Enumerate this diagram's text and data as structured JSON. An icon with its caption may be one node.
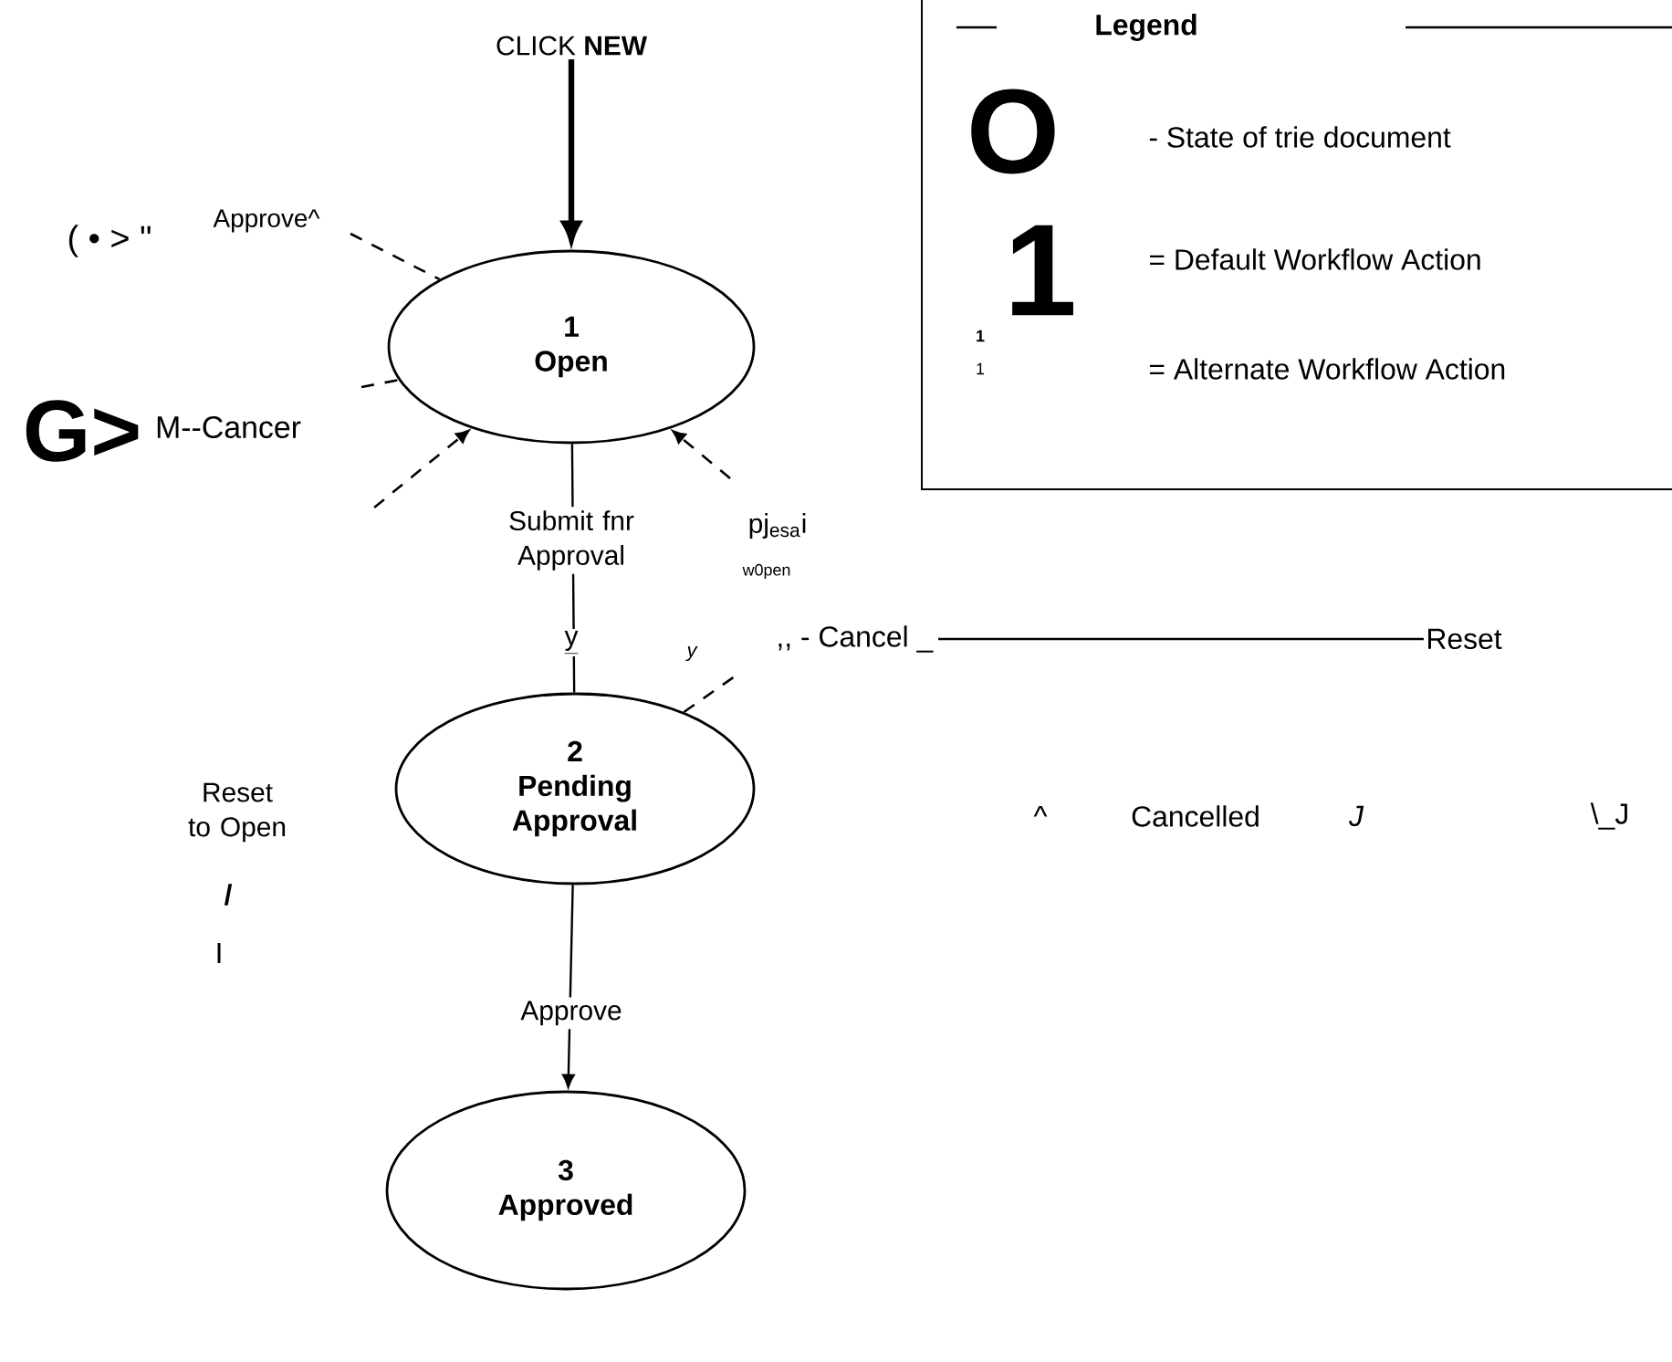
{
  "diagram": {
    "nodes": [
      {
        "text": [
          "CLICK **NEW**"
        ]
      },
      {
        "text": [
          "1",
          "Open"
        ]
      },
      {
        "text": [
          "2",
          "Pending Approval"
        ]
      },
      {
        "text": [
          "3",
          "Approved"
        ]
      }
    ],
    "edges": [
      {
        "from": 0,
        "to": 1,
        "arrow": "to",
        "style": "thick"
      },
      {
        "from": 1,
        "to": 2,
        "arrow": "none",
        "label": "Submit fnr Approval"
      },
      {
        "from": 2,
        "to": 3,
        "arrow": "to",
        "label": "Approve"
      },
      {
        "from": null,
        "to": 1,
        "arrow": "to",
        "style": "dashed"
      },
      {
        "from": null,
        "to": 1,
        "arrow": "to",
        "style": "dashed"
      },
      {
        "from": null,
        "to": 1,
        "arrow": "none",
        "style": "dashed"
      },
      {
        "from": null,
        "to": 1,
        "arrow": "none",
        "style": "dashed"
      },
      {
        "from": 2,
        "to": null,
        "arrow": "none",
        "style": "dashed"
      }
    ],
    "labels": [
      "Legend",
      "O",
      "1",
      "1",
      "1",
      "( • > \"",
      "Approve^",
      "G>",
      "M--Cancer",
      "pj$_{esa}$i",
      "w0pen",
      "y",
      "y",
      ",, - Cancel _",
      "Reset",
      "Reset to Open",
      "/",
      "I",
      "^",
      "Cancelled",
      "J",
      "\\_J"
    ],
    "legend": [
      {
        "text": "- State of trie document"
      },
      {
        "text": "= Default Workflow Action"
      },
      {
        "text": "= Alternate Workflow Action"
      }
    ]
  }
}
